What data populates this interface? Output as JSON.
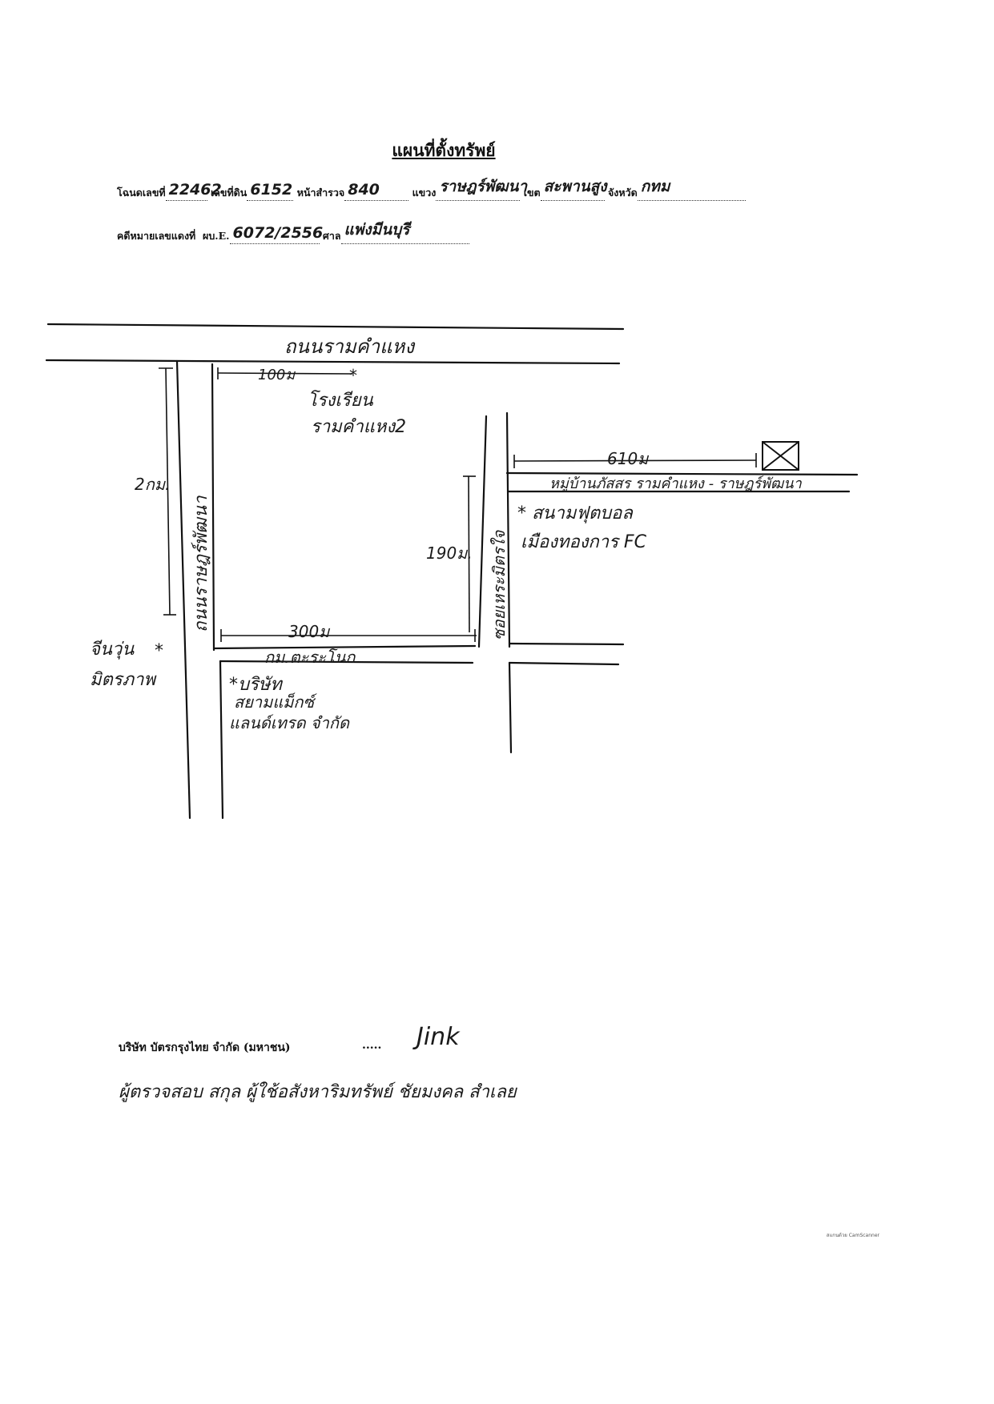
{
  "title": "แผนที่ตั้งทรัพย์",
  "deed_row": {
    "deed_no_label": "โฉนดเลขที่",
    "deed_no_value": "22462",
    "land_no_label": "เลขที่ดิน",
    "land_no_value": "6152",
    "survey_page_label": "หน้าสำรวจ",
    "survey_page_value": "840",
    "subdistrict_label": "แขวง",
    "subdistrict_value": "ราษฎร์พัฒนา",
    "district_label": "เขต",
    "district_value": "สะพานสูง",
    "province_label": "จังหวัด",
    "province_value": "กทม"
  },
  "case_row": {
    "case_label": "คดีหมายเลขแดงที่",
    "case_prefix": "ผบ.E.",
    "case_value": "6072/2556",
    "court_label": "ศาล",
    "court_value": "แพ่งมีนบุรี"
  },
  "map": {
    "top_road": "ถนนรามคำแหง",
    "top_distance": "100ม",
    "school": [
      "โรงเรียน",
      "รามคำแหง2"
    ],
    "left_distance": "2กม.",
    "left_road": "ถนนราษฎร์พัฒนา",
    "left_landmark": [
      "จีนวุ่น",
      "มิตรภาพ"
    ],
    "middle_distance": "300ม",
    "middle_road": "กม.ตะระโนก",
    "company": [
      "*บริษัท",
      "สยามแม็กซ์",
      "แลนด์เทรด จำกัด"
    ],
    "right_vertical_distance": "190ม.",
    "right_vertical_road": "ซอยเหระมิตรใจ",
    "village_distance": "610ม",
    "village_road": "หมู่บ้านภัสสร รามคำแหง - ราษฎร์พัฒนา",
    "football": [
      "* สนามฟุตบอล",
      "เมืองทองการ FC"
    ]
  },
  "footer": {
    "company": "บริษัท บัตรกรุงไทย จำกัด (มหาชน)",
    "dots": ".....",
    "signature": "Jink",
    "name": "ผู้ตรวจสอบ สกุล ผู้ใช้อสังหาริมทรัพย์ ชัยมงคล สำเลย",
    "scanner": "สแกนด้วย CamScanner"
  }
}
